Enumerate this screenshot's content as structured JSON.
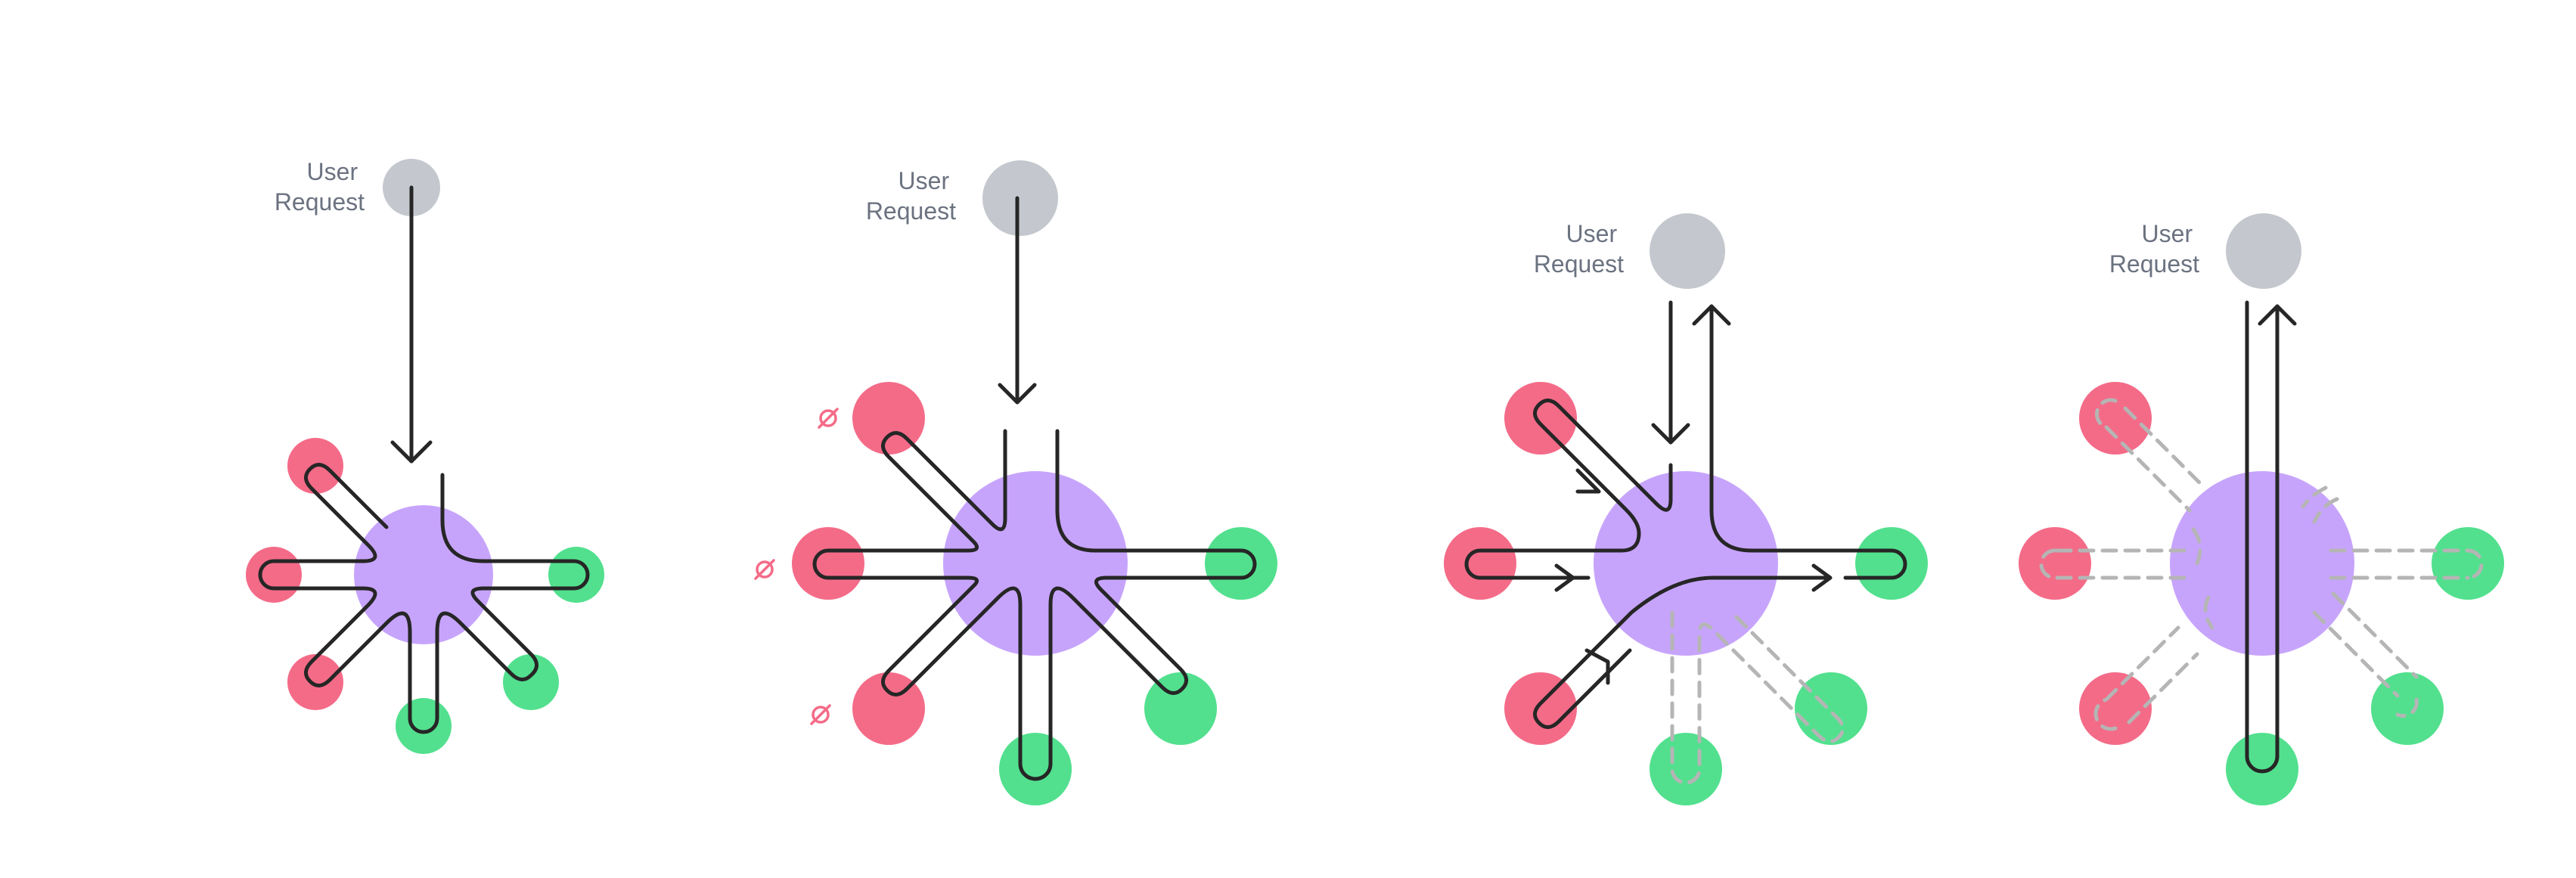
{
  "colors": {
    "background": "#ffffff",
    "hub": "#c7a4fc",
    "request_node": "#c4c8ce",
    "source_node": "#f46b88",
    "sink_node": "#52e08e",
    "flow_line": "#262626",
    "inactive_line": "#b5b5b5",
    "label_text": "#6b7280"
  },
  "panels": [
    {
      "id": "panel-1",
      "request_label": [
        "User",
        "Request"
      ],
      "flow": "request enters hub and routes through every node",
      "disabled_markers": false,
      "inactive_branches": false
    },
    {
      "id": "panel-2",
      "request_label": [
        "User",
        "Request"
      ],
      "flow": "request enters hub; red nodes marked disabled",
      "disabled_markers": true,
      "disabled_icon": "slashed-circle-icon",
      "inactive_branches": false
    },
    {
      "id": "panel-3",
      "request_label": [
        "User",
        "Request"
      ],
      "flow": "red nodes feed hub, hub returns response to requester",
      "disabled_markers": false,
      "inactive_branches": true
    },
    {
      "id": "panel-4",
      "request_label": [
        "User",
        "Request"
      ],
      "flow": "direct round-trip to bottom node, other branches inactive",
      "disabled_markers": false,
      "inactive_branches": true
    }
  ]
}
